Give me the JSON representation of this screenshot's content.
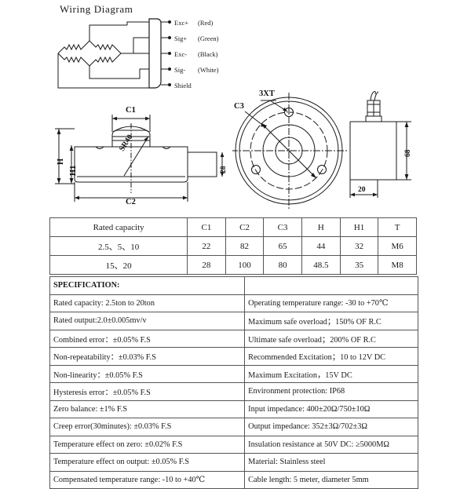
{
  "wiring": {
    "title": "Wiring Diagram",
    "wires": [
      {
        "signal": "Exc+",
        "color": "(Red)"
      },
      {
        "signal": "Sig+",
        "color": "(Green)"
      },
      {
        "signal": "Exc-",
        "color": "(Black)"
      },
      {
        "signal": "Sig-",
        "color": "(White)"
      },
      {
        "signal": "Shield",
        "color": ""
      }
    ]
  },
  "side_view": {
    "labels": {
      "c1": "C1",
      "c2": "C2",
      "h": "H",
      "h1": "H1",
      "sr40": "SR40",
      "thickness": "28"
    }
  },
  "top_view": {
    "labels": {
      "threads": "3XT",
      "c3": "C3",
      "diameter": "68",
      "height": "20"
    }
  },
  "dimension_table": {
    "headers": [
      "Rated capacity",
      "C1",
      "C2",
      "C3",
      "H",
      "H1",
      "T"
    ],
    "rows": [
      [
        "2.5、5、10",
        "22",
        "82",
        "65",
        "44",
        "32",
        "M6"
      ],
      [
        "15、20",
        "28",
        "100",
        "80",
        "48.5",
        "35",
        "M8"
      ]
    ]
  },
  "spec_table": {
    "title": "SPECIFICATION:",
    "rows": [
      [
        "Rated capacity: 2.5ton to 20ton",
        "Operating temperature range: -30 to +70℃"
      ],
      [
        "Rated output:2.0±0.005mv/v",
        "Maximum safe overload；150% OF R.C"
      ],
      [
        "Combined error：±0.05% F.S",
        "Ultimate safe overload；200% OF R.C"
      ],
      [
        "Non-repeatability：±0.03% F.S",
        "Recommended Excitation；10 to 12V DC"
      ],
      [
        "Non-linearity：±0.05% F.S",
        "Maximum Excitation，15V DC"
      ],
      [
        "Hysteresis error：±0.05% F.S",
        "Environment protection: IP68"
      ],
      [
        "Zero balance: ±1% F.S",
        "Input impedance: 400±20Ω/750±10Ω"
      ],
      [
        "Creep error(30minutes): ±0.03% F.S",
        "Output impedance: 352±3Ω/702±3Ω"
      ],
      [
        "Temperature effect on zero: ±0.02% F.S",
        "Insulation resistance at 50V DC: ≥5000MΩ"
      ],
      [
        "Temperature effect on output: ±0.05% F.S",
        "Material: Stainless steel"
      ],
      [
        "Compensated temperature range: -10 to +40℃",
        "Cable length: 5 meter, diameter 5mm"
      ]
    ]
  }
}
